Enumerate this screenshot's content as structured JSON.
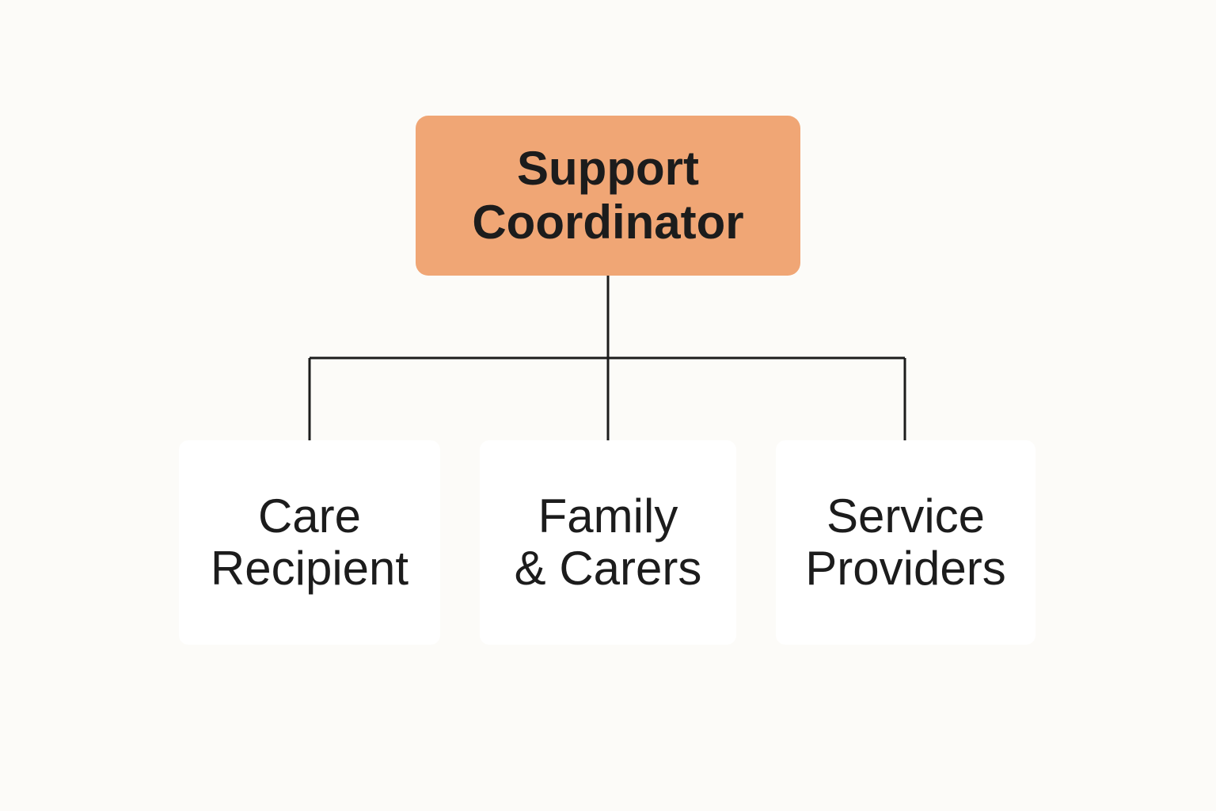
{
  "colors": {
    "background": "#fcfbf8",
    "root_fill": "#f0a675",
    "child_fill": "#ffffff",
    "connector": "#1c1c1c",
    "text": "#1c1c1c"
  },
  "root": {
    "lines": [
      "Support",
      "Coordinator"
    ]
  },
  "children": [
    {
      "lines": [
        "Care",
        "Recipient"
      ]
    },
    {
      "lines": [
        "Family",
        "& Carers"
      ]
    },
    {
      "lines": [
        "Service",
        "Providers"
      ]
    }
  ]
}
